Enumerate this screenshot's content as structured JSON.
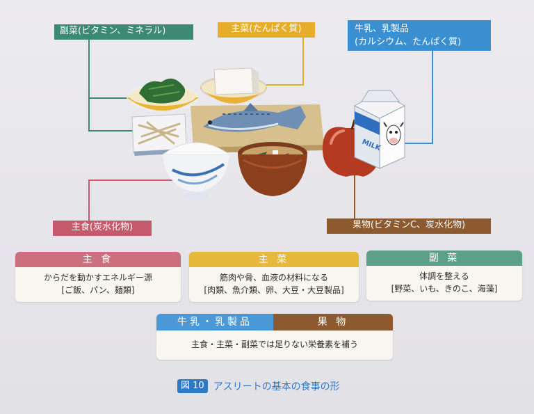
{
  "labels": {
    "side_dish": "副菜(ビタミン、ミネラル)",
    "main_dish": "主菜(たんぱく質)",
    "milk_line1": "牛乳、乳製品",
    "milk_line2": "(カルシウム、たんぱく質)",
    "staple": "主食(炭水化物)",
    "fruit": "果物(ビタミンC、炭水化物)"
  },
  "milk_carton_text": "MILK",
  "cards": {
    "staple": {
      "title": "主 食",
      "line1": "からだを動かすエネルギー源",
      "line2": "[ご飯、パン、麺類]"
    },
    "main": {
      "title": "主 菜",
      "line1": "筋肉や骨、血液の材料になる",
      "line2": "[肉類、魚介類、卵、大豆・大豆製品]"
    },
    "side": {
      "title": "副 菜",
      "line1": "体調を整える",
      "line2": "[野菜、いも、きのこ、海藻]"
    },
    "dairy_fruit": {
      "title_left": "牛乳・乳製品",
      "title_right": "果 物",
      "line1": "主食・主菜・副菜では足りない栄養素を補う"
    }
  },
  "caption": {
    "badge": "図 10",
    "text": "アスリートの基本の食事の形"
  },
  "colors": {
    "side": "#3c8a74",
    "main": "#e6ad2b",
    "dairy": "#3a8fd0",
    "staple": "#c45a6c",
    "fruit": "#8c5a2e"
  }
}
